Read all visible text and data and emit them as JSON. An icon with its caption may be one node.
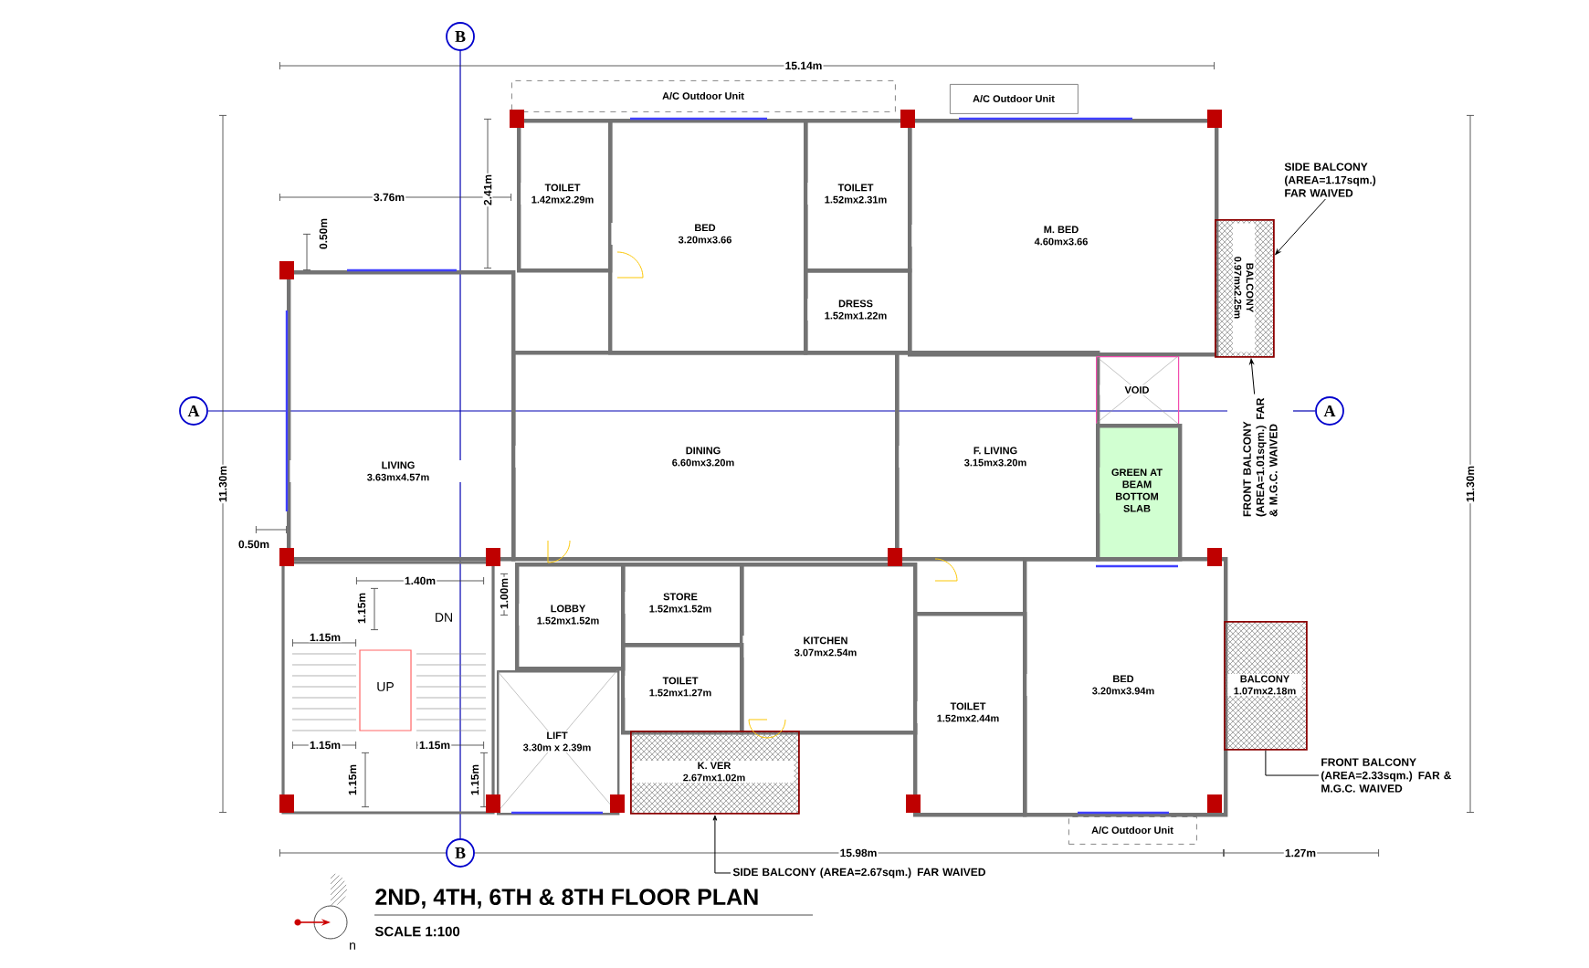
{
  "diagram": {
    "title": "2ND, 4TH, 6TH & 8TH FLOOR PLAN",
    "caption": "SCALE 1:100",
    "nodes": [
      {
        "text": [
          "A/C Outdoor Unit"
        ]
      },
      {
        "text": [
          "A/C Outdoor Unit"
        ]
      },
      {
        "text": [
          "TOILET",
          "1.42mx2.29m"
        ]
      },
      {
        "text": [
          "BED",
          "3.20mx3.66"
        ]
      },
      {
        "text": [
          "TOILET",
          "1.52mx2.31m"
        ]
      },
      {
        "text": [
          "DRESS",
          "1.52mx1.22m"
        ]
      },
      {
        "text": [
          "M. BED",
          "4.60mx3.66"
        ]
      },
      {
        "text": [
          "BALCONY",
          "0.97mx2.25m"
        ]
      },
      {
        "text": [
          "SIDE BALCONY (AREA=1.17sqm.) FAR WAIVED"
        ]
      },
      {
        "text": [
          "LIVING",
          "3.63mx4.57m"
        ]
      },
      {
        "text": [
          "DINING",
          "6.60mx3.20m"
        ]
      },
      {
        "text": [
          "F. LIVING",
          "3.15mx3.20m"
        ]
      },
      {
        "text": [
          "VOID"
        ]
      },
      {
        "text": [
          "GREEN AT BEAM BOTTOM SLAB"
        ]
      },
      {
        "text": [
          "FRONT BALCONY (AREA=1.01sqm.) FAR & M.G.C. WAIVED"
        ]
      },
      {
        "text": [
          "LOBBY",
          "1.52mx1.52m"
        ]
      },
      {
        "text": [
          "STORE",
          "1.52mx1.52m"
        ]
      },
      {
        "text": [
          "KITCHEN",
          "3.07mx2.54m"
        ]
      },
      {
        "text": [
          "TOILET",
          "1.52mx1.27m"
        ]
      },
      {
        "text": [
          "LIFT",
          "3.30m x 2.39m"
        ]
      },
      {
        "text": [
          "K. VER",
          "2.67mx1.02m"
        ]
      },
      {
        "text": [
          "SIDE BALCONY (AREA=2.67sqm.) FAR WAIVED"
        ]
      },
      {
        "text": [
          "TOILET",
          "1.52mx2.44m"
        ]
      },
      {
        "text": [
          "BED",
          "3.20mx3.94m"
        ]
      },
      {
        "text": [
          "BALCONY",
          "1.07mx2.18m"
        ]
      },
      {
        "text": [
          "FRONT BALCONY (AREA=2.33sqm.) FAR & M.G.C. WAIVED"
        ]
      },
      {
        "text": [
          "A/C Outdoor Unit"
        ]
      }
    ],
    "edges": [
      {
        "from": 8,
        "to": 7,
        "arrow": "to"
      },
      {
        "from": 14,
        "to": 7,
        "arrow": "to"
      },
      {
        "from": 25,
        "to": 24,
        "arrow": "none"
      },
      {
        "from": 21,
        "to": 20,
        "arrow": "to"
      }
    ],
    "labels": [
      "B",
      "15.14m",
      "2.41m",
      "3.76m",
      "0.50m",
      "A",
      "A",
      "11.30m",
      "11.30m",
      "0.50m",
      "1.40m",
      "1.15m",
      "DN",
      "1.00m",
      "1.15m",
      "UP",
      "1.15m",
      "1.15m",
      "1.15m",
      "1.15m",
      "B",
      "15.98m",
      "1.27m",
      "n"
    ]
  }
}
